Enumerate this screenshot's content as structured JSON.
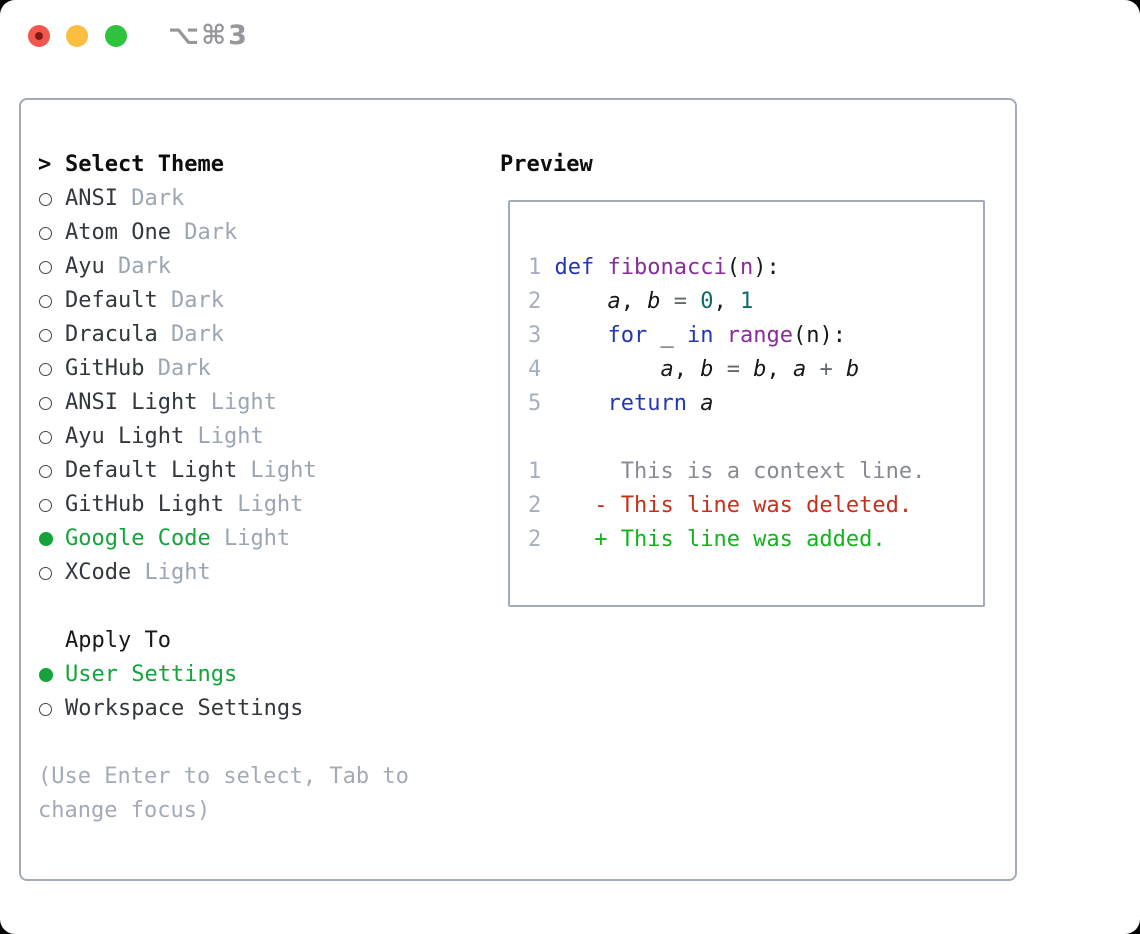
{
  "window": {
    "title": "⌥⌘3",
    "traffic_lights": [
      "close",
      "minimize",
      "zoom"
    ]
  },
  "colors": {
    "accent_green": "#17a33c",
    "keyword_blue": "#2437b3",
    "function_purple": "#8a2b9b",
    "number_teal": "#0e6a6a",
    "diff_deleted_red": "#c5301c",
    "diff_added_green": "#12b31b",
    "muted_gray": "#9ba6b2",
    "border_gray": "#a3abb6"
  },
  "left": {
    "header_marker": ">",
    "header": "Select Theme",
    "themes": [
      {
        "name": "ANSI",
        "variant": "Dark",
        "selected": false
      },
      {
        "name": "Atom One",
        "variant": "Dark",
        "selected": false
      },
      {
        "name": "Ayu",
        "variant": "Dark",
        "selected": false
      },
      {
        "name": "Default",
        "variant": "Dark",
        "selected": false
      },
      {
        "name": "Dracula",
        "variant": "Dark",
        "selected": false
      },
      {
        "name": "GitHub",
        "variant": "Dark",
        "selected": false
      },
      {
        "name": "ANSI Light",
        "variant": "Light",
        "selected": false
      },
      {
        "name": "Ayu Light",
        "variant": "Light",
        "selected": false
      },
      {
        "name": "Default Light",
        "variant": "Light",
        "selected": false
      },
      {
        "name": "GitHub Light",
        "variant": "Light",
        "selected": false
      },
      {
        "name": "Google Code",
        "variant": "Light",
        "selected": true
      },
      {
        "name": "XCode",
        "variant": "Light",
        "selected": false
      }
    ],
    "apply_to": {
      "header": "Apply To",
      "options": [
        {
          "name": "User Settings",
          "selected": true
        },
        {
          "name": "Workspace Settings",
          "selected": false
        }
      ]
    },
    "help_lines": [
      "(Use Enter to select, Tab to",
      "change focus)"
    ]
  },
  "preview": {
    "header": "Preview",
    "code_lines": [
      {
        "no": "1",
        "tokens": [
          [
            "def",
            "kw"
          ],
          [
            " ",
            "pl"
          ],
          [
            "fibonacci",
            "fn"
          ],
          [
            "(",
            "pl"
          ],
          [
            "n",
            "fn"
          ],
          [
            "):",
            "pl"
          ]
        ]
      },
      {
        "no": "2",
        "tokens": [
          [
            "    ",
            "pl"
          ],
          [
            "a",
            "var"
          ],
          [
            ", ",
            "pl"
          ],
          [
            "b",
            "var"
          ],
          [
            " ",
            "pl"
          ],
          [
            "=",
            "op"
          ],
          [
            " ",
            "pl"
          ],
          [
            "0",
            "num"
          ],
          [
            ", ",
            "pl"
          ],
          [
            "1",
            "num"
          ]
        ]
      },
      {
        "no": "3",
        "tokens": [
          [
            "    ",
            "pl"
          ],
          [
            "for",
            "kw"
          ],
          [
            " _ ",
            "pl"
          ],
          [
            "in",
            "kw"
          ],
          [
            " ",
            "pl"
          ],
          [
            "range",
            "fn"
          ],
          [
            "(n):",
            "pl"
          ]
        ]
      },
      {
        "no": "4",
        "tokens": [
          [
            "        ",
            "pl"
          ],
          [
            "a",
            "var"
          ],
          [
            ", ",
            "pl"
          ],
          [
            "b",
            "var"
          ],
          [
            " ",
            "pl"
          ],
          [
            "=",
            "op"
          ],
          [
            " ",
            "pl"
          ],
          [
            "b",
            "var"
          ],
          [
            ", ",
            "pl"
          ],
          [
            "a",
            "var"
          ],
          [
            " ",
            "pl"
          ],
          [
            "+",
            "op"
          ],
          [
            " ",
            "pl"
          ],
          [
            "b",
            "var"
          ]
        ]
      },
      {
        "no": "5",
        "tokens": [
          [
            "    ",
            "pl"
          ],
          [
            "return",
            "kw"
          ],
          [
            " ",
            "pl"
          ],
          [
            "a",
            "var"
          ]
        ]
      }
    ],
    "diff_lines": [
      {
        "no": "1",
        "marker": " ",
        "text": "This is a context line.",
        "kind": "context"
      },
      {
        "no": "2",
        "marker": "-",
        "text": "This line was deleted.",
        "kind": "deleted"
      },
      {
        "no": "2",
        "marker": "+",
        "text": "This line was added.",
        "kind": "added"
      }
    ]
  }
}
